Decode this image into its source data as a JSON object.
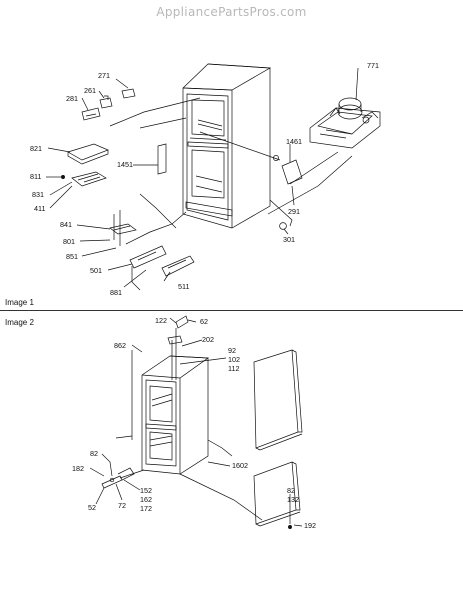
{
  "watermark": "AppliancePartsPros.com",
  "sections": {
    "image1": "Image 1",
    "image2": "Image 2"
  },
  "callouts_image1": [
    "271",
    "261",
    "281",
    "771",
    "821",
    "1451",
    "1461",
    "811",
    "831",
    "411",
    "291",
    "841",
    "801",
    "851",
    "301",
    "501",
    "881",
    "511"
  ],
  "callouts_image2": [
    "122",
    "62",
    "202",
    "862",
    "92",
    "102",
    "112",
    "82",
    "182",
    "1602",
    "152",
    "162",
    "172",
    "72",
    "52",
    "82",
    "132",
    "192"
  ]
}
